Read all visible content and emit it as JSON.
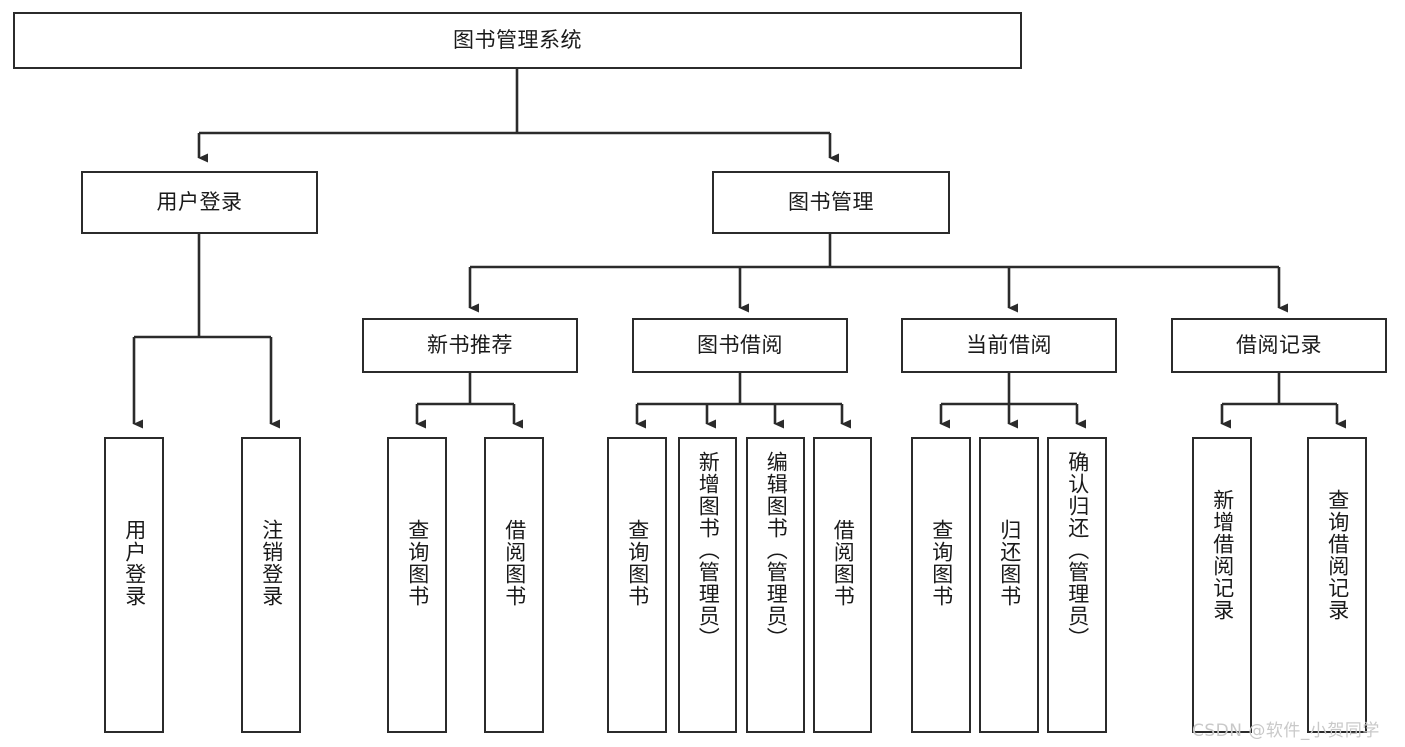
{
  "diagram": {
    "type": "tree-hierarchy-chart",
    "title": "图书管理系统",
    "line_color": "#2b2b2b",
    "box_fill": "#ffffff",
    "text_color": "#1a1a1a",
    "background": "#ffffff"
  },
  "root": {
    "label": "图书管理系统"
  },
  "level2": [
    {
      "label": "用户登录"
    },
    {
      "label": "图书管理"
    }
  ],
  "level3": [
    {
      "label": "新书推荐"
    },
    {
      "label": "图书借阅"
    },
    {
      "label": "当前借阅"
    },
    {
      "label": "借阅记录"
    }
  ],
  "leaves": {
    "user_login": [
      {
        "label": "用户登录"
      },
      {
        "label": "注销登录"
      }
    ],
    "new_book_recommend": [
      {
        "label": "查询图书"
      },
      {
        "label": "借阅图书"
      }
    ],
    "book_borrow": [
      {
        "label": "查询图书"
      },
      {
        "label": "新增图书（管理员）"
      },
      {
        "label": "编辑图书（管理员）"
      },
      {
        "label": "借阅图书"
      }
    ],
    "current_borrow": [
      {
        "label": "查询图书"
      },
      {
        "label": "归还图书"
      },
      {
        "label": "确认归还（管理员）"
      }
    ],
    "borrow_record": [
      {
        "label": "新增借阅记录"
      },
      {
        "label": "查询借阅记录"
      }
    ]
  },
  "watermark": {
    "text": "CSDN @软件_小贺同学"
  }
}
